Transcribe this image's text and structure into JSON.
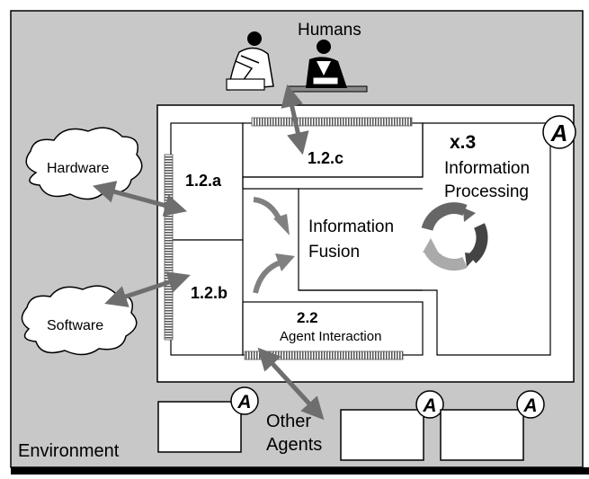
{
  "labels": {
    "humans": "Humans",
    "hardware": "Hardware",
    "software": "Software",
    "box_1_2_a": "1.2.a",
    "box_1_2_b": "1.2.b",
    "box_1_2_c": "1.2.c",
    "info_processing_id": "x.3",
    "info_processing_line1": "Information",
    "info_processing_line2": "Processing",
    "info_fusion_line1": "Information",
    "info_fusion_line2": "Fusion",
    "agent_interaction_id": "2.2",
    "agent_interaction_text": "Agent Interaction",
    "other_agents_line1": "Other",
    "other_agents_line2": "Agents",
    "environment": "Environment",
    "agent_badge": "A"
  },
  "colors": {
    "environment_bg": "#c8c8c8",
    "box_fill": "#ffffff",
    "arrow": "#6e6e6e",
    "cycle_dark": "#666666",
    "cycle_light": "#aaaaaa",
    "border": "#000000"
  },
  "icons": [
    "humans-icon",
    "cloud-icon",
    "double-arrow-icon",
    "cycle-icon",
    "curved-arrow-icon",
    "agent-badge-icon"
  ]
}
